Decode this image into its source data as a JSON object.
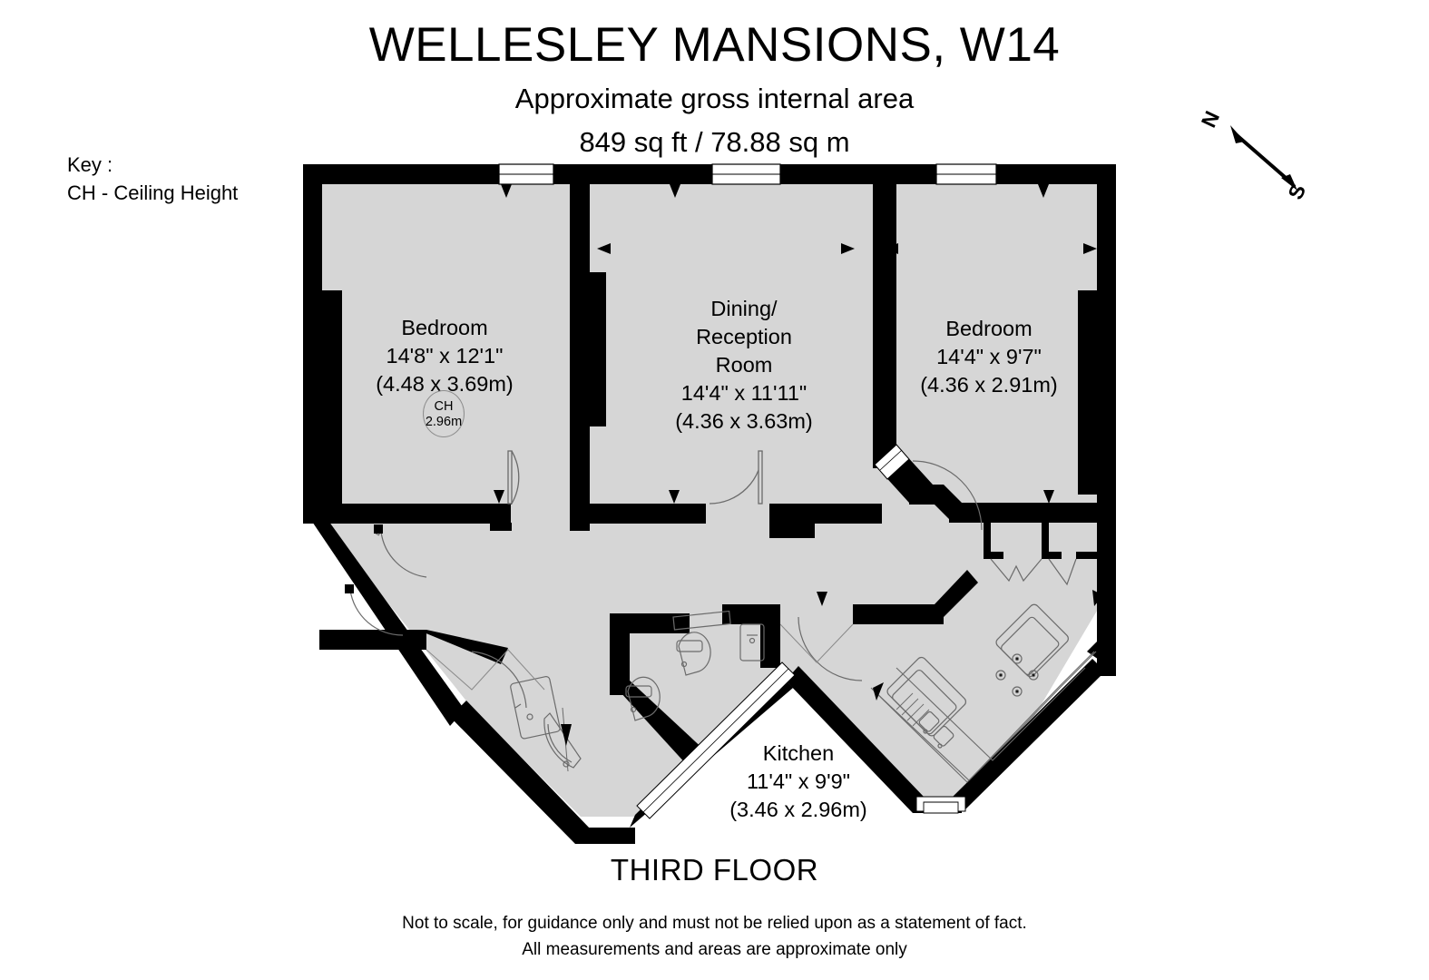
{
  "header": {
    "title": "WELLESLEY MANSIONS, W14",
    "subtitle": "Approximate gross internal area",
    "area": "849 sq ft  / 78.88 sq m"
  },
  "key": {
    "heading": "Key :",
    "entry": "CH - Ceiling Height"
  },
  "compass": {
    "north": "N",
    "south": "S"
  },
  "footer": {
    "floor": "THIRD FLOOR",
    "disclaimer_line1": "Not to scale, for guidance only and must not be relied upon as a statement of fact.",
    "disclaimer_line2": "All measurements and areas are approximate only"
  },
  "rooms": [
    {
      "id": "bedroom-1",
      "name": "Bedroom",
      "dim_imperial": "14'8\" x 12'1\"",
      "dim_metric": "(4.48 x 3.69m)",
      "ceiling_height_key": "CH",
      "ceiling_height_value": "2.96m"
    },
    {
      "id": "dining-reception-room",
      "name": "Dining/\nReception\nRoom",
      "name_line1": "Dining/",
      "name_line2": "Reception",
      "name_line3": "Room",
      "dim_imperial": "14'4\" x 11'11\"",
      "dim_metric": "(4.36 x 3.63m)"
    },
    {
      "id": "bedroom-2",
      "name": "Bedroom",
      "dim_imperial": "14'4\" x 9'7\"",
      "dim_metric": "(4.36 x 2.91m)"
    },
    {
      "id": "kitchen",
      "name": "Kitchen",
      "dim_imperial": "11'4\" x 9'9\"",
      "dim_metric": "(3.46 x 2.96m)"
    }
  ],
  "colors": {
    "wall": "#000000",
    "floor_fill": "#d6d6d6",
    "fixture_stroke": "#6b6b6b",
    "window_fill": "#ffffff",
    "background": "#ffffff"
  },
  "fixtures": [
    "shower-tray",
    "wash-basin",
    "wc-toilet",
    "wc-basin",
    "kitchen-sink-with-drainer",
    "hob-four-ring",
    "cupboard-left",
    "cupboard-right"
  ]
}
